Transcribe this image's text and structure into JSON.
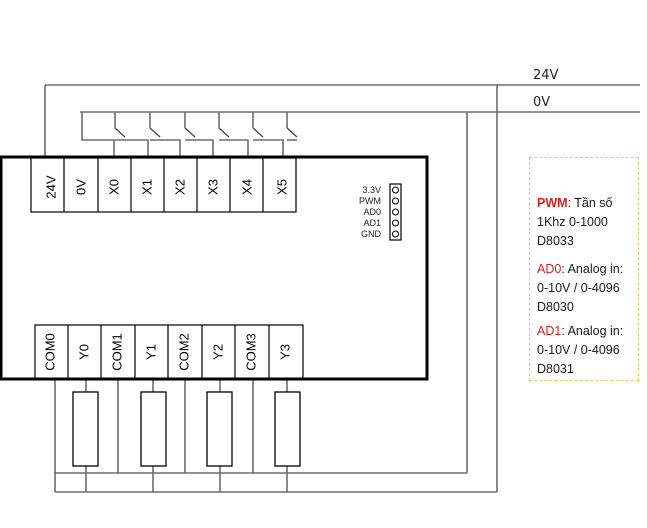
{
  "rails": {
    "top_label": "24V",
    "bottom_label": "0V"
  },
  "inputs": [
    "24V",
    "0V",
    "X0",
    "X1",
    "X2",
    "X3",
    "X4",
    "X5"
  ],
  "outputs": [
    "COM0",
    "Y0",
    "COM1",
    "Y1",
    "COM2",
    "Y2",
    "COM3",
    "Y3"
  ],
  "connector": {
    "pins": [
      "3.3V",
      "PWM",
      "AD0",
      "AD1",
      "GND"
    ]
  },
  "notes": [
    {
      "key": "PWM",
      "sep": ": ",
      "line1_rest": "Tần số",
      "line2": "1Khz 0-1000",
      "line3": "D8033"
    },
    {
      "key": "AD0",
      "sep": ": ",
      "line1_rest": "Analog in:",
      "line2": "0-10V / 0-4096",
      "line3": "D8030"
    },
    {
      "key": "AD1",
      "sep": ": ",
      "line1_rest": "Analog in:",
      "line2": "0-10V / 0-4096",
      "line3": "D8031"
    }
  ]
}
